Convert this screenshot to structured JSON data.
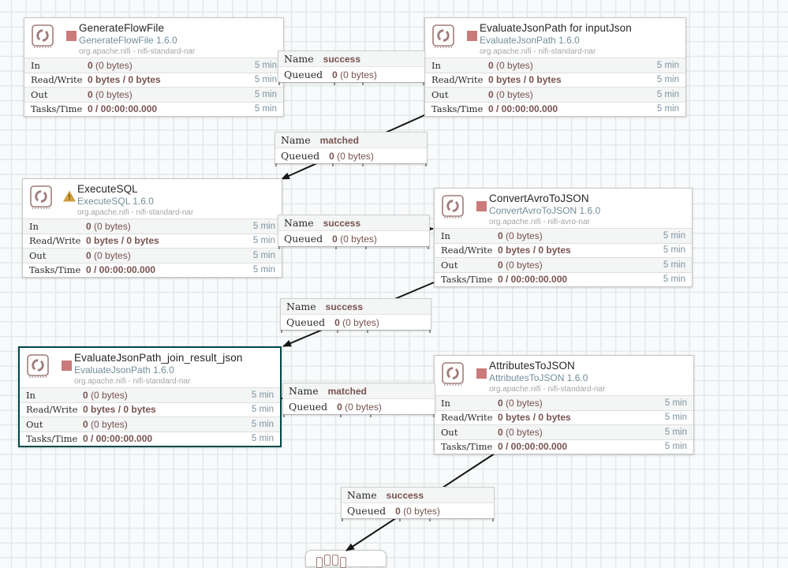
{
  "processors": [
    {
      "name": "GenerateFlowFile",
      "type": "GenerateFlowFile 1.6.0",
      "bundle": "org.apache.nifi - nifi-standard-nar",
      "status": "stopped",
      "stats": [
        {
          "label": "In",
          "bold": "0",
          "rest": " (0 bytes)",
          "window": "5 min"
        },
        {
          "label": "Read/Write",
          "bold": "0 bytes / 0 bytes",
          "rest": "",
          "window": "5 min"
        },
        {
          "label": "Out",
          "bold": "0",
          "rest": " (0 bytes)",
          "window": "5 min"
        },
        {
          "label": "Tasks/Time",
          "bold": "0 / 00:00:00.000",
          "rest": "",
          "window": "5 min"
        }
      ]
    },
    {
      "name": "EvaluateJsonPath for inputJson",
      "type": "EvaluateJsonPath 1.6.0",
      "bundle": "org.apache.nifi - nifi-standard-nar",
      "status": "stopped",
      "stats": [
        {
          "label": "In",
          "bold": "0",
          "rest": " (0 bytes)",
          "window": "5 min"
        },
        {
          "label": "Read/Write",
          "bold": "0 bytes / 0 bytes",
          "rest": "",
          "window": "5 min"
        },
        {
          "label": "Out",
          "bold": "0",
          "rest": " (0 bytes)",
          "window": "5 min"
        },
        {
          "label": "Tasks/Time",
          "bold": "0 / 00:00:00.000",
          "rest": "",
          "window": "5 min"
        }
      ]
    },
    {
      "name": "ExecuteSQL",
      "type": "ExecuteSQL 1.6.0",
      "bundle": "org.apache.nifi - nifi-standard-nar",
      "status": "invalid",
      "stats": [
        {
          "label": "In",
          "bold": "0",
          "rest": " (0 bytes)",
          "window": "5 min"
        },
        {
          "label": "Read/Write",
          "bold": "0 bytes / 0 bytes",
          "rest": "",
          "window": "5 min"
        },
        {
          "label": "Out",
          "bold": "0",
          "rest": " (0 bytes)",
          "window": "5 min"
        },
        {
          "label": "Tasks/Time",
          "bold": "0 / 00:00:00.000",
          "rest": "",
          "window": "5 min"
        }
      ]
    },
    {
      "name": "ConvertAvroToJSON",
      "type": "ConvertAvroToJSON 1.6.0",
      "bundle": "org.apache.nifi - nifi-avro-nar",
      "status": "stopped",
      "stats": [
        {
          "label": "In",
          "bold": "0",
          "rest": " (0 bytes)",
          "window": "5 min"
        },
        {
          "label": "Read/Write",
          "bold": "0 bytes / 0 bytes",
          "rest": "",
          "window": "5 min"
        },
        {
          "label": "Out",
          "bold": "0",
          "rest": " (0 bytes)",
          "window": "5 min"
        },
        {
          "label": "Tasks/Time",
          "bold": "0 / 00:00:00.000",
          "rest": "",
          "window": "5 min"
        }
      ]
    },
    {
      "name": "EvaluateJsonPath_join_result_json",
      "type": "EvaluateJsonPath 1.6.0",
      "bundle": "org.apache.nifi - nifi-standard-nar",
      "status": "stopped",
      "selected": true,
      "stats": [
        {
          "label": "In",
          "bold": "0",
          "rest": " (0 bytes)",
          "window": "5 min"
        },
        {
          "label": "Read/Write",
          "bold": "0 bytes / 0 bytes",
          "rest": "",
          "window": "5 min"
        },
        {
          "label": "Out",
          "bold": "0",
          "rest": " (0 bytes)",
          "window": "5 min"
        },
        {
          "label": "Tasks/Time",
          "bold": "0 / 00:00:00.000",
          "rest": "",
          "window": "5 min"
        }
      ]
    },
    {
      "name": "AttributesToJSON",
      "type": "AttributesToJSON 1.6.0",
      "bundle": "org.apache.nifi - nifi-standard-nar",
      "status": "stopped",
      "stats": [
        {
          "label": "In",
          "bold": "0",
          "rest": " (0 bytes)",
          "window": "5 min"
        },
        {
          "label": "Read/Write",
          "bold": "0 bytes / 0 bytes",
          "rest": "",
          "window": "5 min"
        },
        {
          "label": "Out",
          "bold": "0",
          "rest": " (0 bytes)",
          "window": "5 min"
        },
        {
          "label": "Tasks/Time",
          "bold": "0 / 00:00:00.000",
          "rest": "",
          "window": "5 min"
        }
      ]
    }
  ],
  "connections": [
    {
      "name_label": "Name",
      "name": "success",
      "queued_label": "Queued",
      "queued_bold": "0",
      "queued_rest": " (0 bytes)"
    },
    {
      "name_label": "Name",
      "name": "matched",
      "queued_label": "Queued",
      "queued_bold": "0",
      "queued_rest": " (0 bytes)"
    },
    {
      "name_label": "Name",
      "name": "success",
      "queued_label": "Queued",
      "queued_bold": "0",
      "queued_rest": " (0 bytes)"
    },
    {
      "name_label": "Name",
      "name": "success",
      "queued_label": "Queued",
      "queued_bold": "0",
      "queued_rest": " (0 bytes)"
    },
    {
      "name_label": "Name",
      "name": "matched",
      "queued_label": "Queued",
      "queued_bold": "0",
      "queued_rest": " (0 bytes)"
    },
    {
      "name_label": "Name",
      "name": "success",
      "queued_label": "Queued",
      "queued_bold": "0",
      "queued_rest": " (0 bytes)"
    }
  ],
  "colors": {
    "selection": "#004849",
    "stopped": "#ca7a79",
    "warning": "#cf9f41",
    "component_icon": "#9e7d7b",
    "stat_value": "#775351",
    "type_text": "#728e9b"
  }
}
